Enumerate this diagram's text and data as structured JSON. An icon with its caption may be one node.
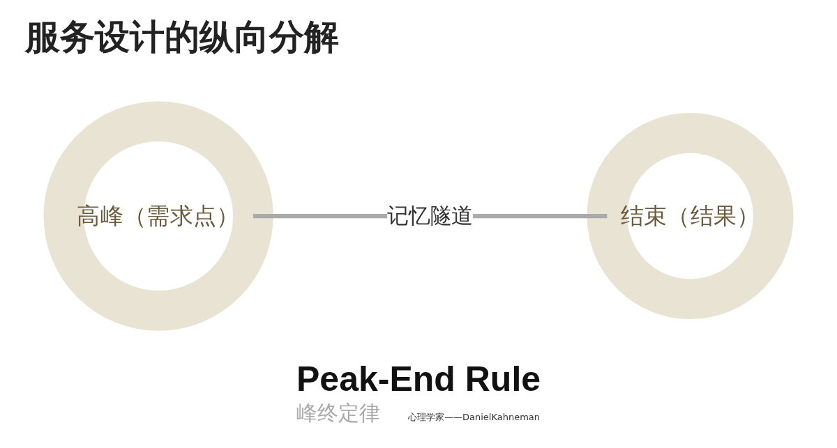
{
  "diagram": {
    "title": "服务设计的纵向分解",
    "nodes": [
      {
        "text": [
          "高峰（需求点）"
        ]
      },
      {
        "text": [
          "结束（结果）"
        ]
      }
    ],
    "edges": [
      {
        "from": 0,
        "to": 1,
        "arrow": "none",
        "label": "记忆隧道"
      }
    ],
    "labels": [
      "Peak-End Rule",
      "峰终定律",
      "心理学家——DanielKahneman"
    ]
  }
}
